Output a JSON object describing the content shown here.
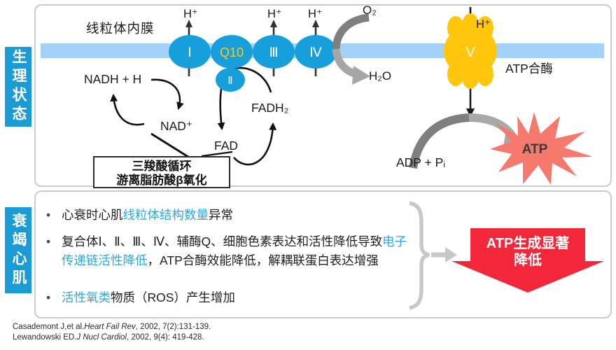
{
  "sidebar": {
    "top_label": "生理状态",
    "bottom_label": "衰竭心肌"
  },
  "diagram": {
    "membrane_label": "线粒体内膜",
    "h_plus": "H⁺",
    "o2": "O₂",
    "h2o": "H₂O",
    "complexes": {
      "c1": "Ⅰ",
      "q10": "Q10",
      "c2": "Ⅱ",
      "c3": "Ⅲ",
      "c4": "Ⅳ",
      "c5": "V"
    },
    "atp_synthase_label": "ATP合酶",
    "nadh": "NADH + H",
    "nad": "NAD⁺",
    "fad": "FAD",
    "fadh2": "FADH₂",
    "tca_box": {
      "line1": "三羧酸循环",
      "line2": "游离脂肪酸β氧化"
    },
    "adp": "ADP + Pᵢ",
    "atp": "ATP"
  },
  "panel2": {
    "bullets": [
      {
        "segments": [
          {
            "text": "心衰时心肌"
          },
          {
            "text": "线粒体结构数量"
          },
          {
            "text": "异常"
          }
        ]
      },
      {
        "segments": [
          {
            "text": "复合体Ⅰ、Ⅱ、Ⅲ、Ⅳ、辅酶Q、细胞色素表达和活性降低导致"
          },
          {
            "text": "电子传递链活性降低"
          },
          {
            "text": "，ATP合酶效能降低，解耦联蛋白表达增强"
          }
        ]
      },
      {
        "segments": [
          {
            "text": "活性氧类"
          },
          {
            "text": "物质（ROS）产生增加"
          }
        ]
      }
    ],
    "conclusion": {
      "line1": "ATP生成显著",
      "line2": "降低"
    }
  },
  "references": [
    {
      "segments": [
        {
          "text": "Casademont J,et al."
        },
        {
          "text": "Heart Fail Rev"
        },
        {
          "text": ", 2002, 7(2):131-139."
        }
      ]
    },
    {
      "segments": [
        {
          "text": "Lewandowski ED."
        },
        {
          "text": "J Nucl Cardiol"
        },
        {
          "text": ", 2002, 9(4): 419-428."
        }
      ]
    }
  ],
  "colors": {
    "complex_blue": "#169fdb",
    "membrane_blue": "#a3d1f7",
    "highlight_text_blue": "#29a8e0",
    "atp_synthase_yellow": "#ffc60b",
    "q10_text_yellow": "#ffc913",
    "conclusion_red": "#f2273a",
    "atp_burst_salmon": "#f5796c",
    "arrow_gray_dark": "#7f7f7f",
    "arrow_gray_light": "#a8a8a8"
  }
}
